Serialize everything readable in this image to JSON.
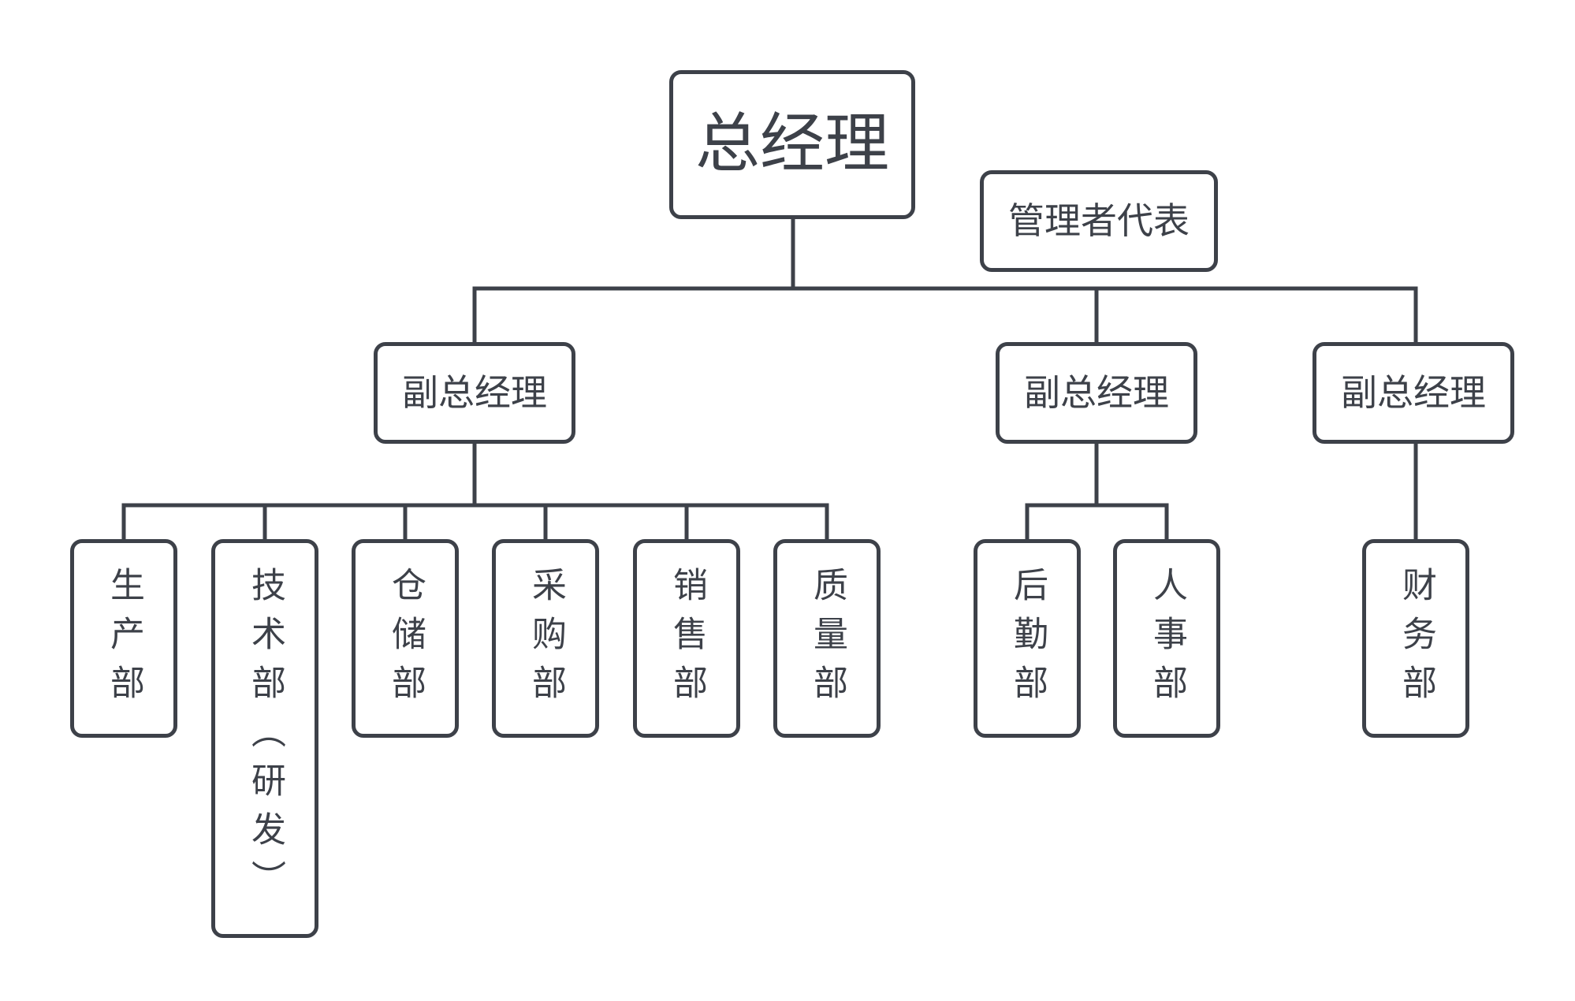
{
  "diagram": {
    "line_color": "#3d4149",
    "background": "#ffffff",
    "top": {
      "general_manager": "总经理",
      "management_representative": "管理者代表"
    },
    "vice_presidents": [
      {
        "label": "副总经理",
        "departments": [
          "生产部",
          "技术部（研发）",
          "仓储部",
          "采购部",
          "销售部",
          "质量部"
        ]
      },
      {
        "label": "副总经理",
        "departments": [
          "后勤部",
          "人事部"
        ]
      },
      {
        "label": "副总经理",
        "departments": [
          "财务部"
        ]
      }
    ]
  }
}
